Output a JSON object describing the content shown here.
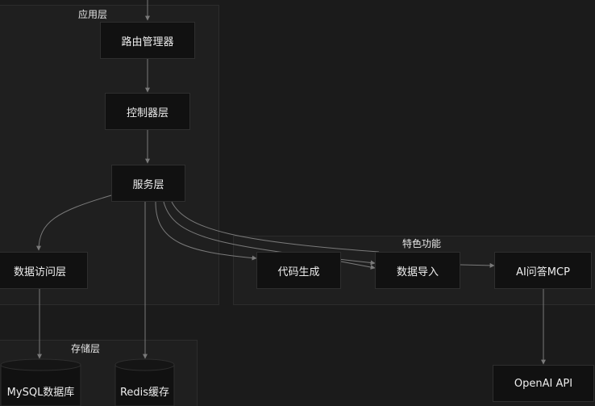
{
  "clusters": {
    "app": {
      "label": "应用层"
    },
    "features": {
      "label": "特色功能"
    },
    "storage": {
      "label": "存储层"
    }
  },
  "nodes": {
    "router": "路由管理器",
    "controller": "控制器层",
    "service": "服务层",
    "dao": "数据访问层",
    "codegen": "代码生成",
    "import": "数据导入",
    "ai_mcp": "AI问答MCP",
    "openai": "OpenAI API",
    "mysql": "MySQL数据库",
    "redis": "Redis缓存"
  },
  "colors": {
    "background": "#1b1b1b",
    "cluster_fill": "#1f1f1f",
    "node_fill": "#111111",
    "edge": "#7a7a7a",
    "text": "#eeeeee"
  }
}
